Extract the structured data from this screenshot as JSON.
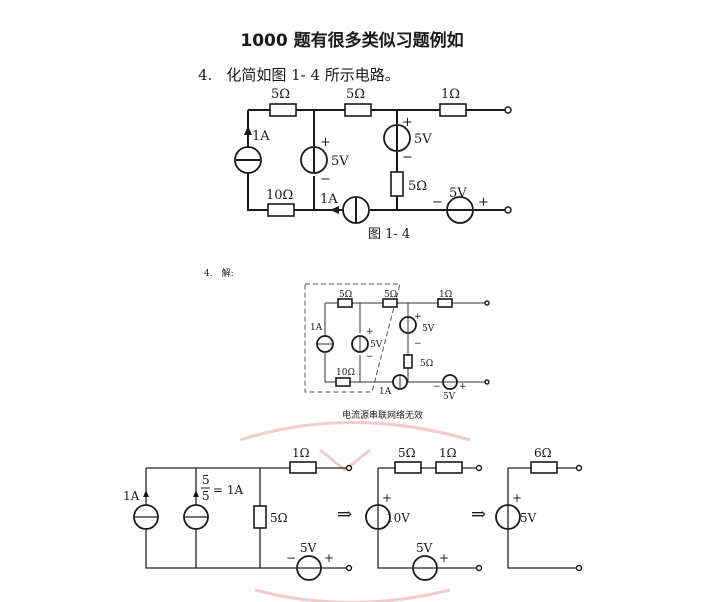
{
  "header": {
    "title": "1000 题有很多类似习题例如"
  },
  "problem": {
    "number": "4.",
    "text": "化简如图 1- 4 所示电路。"
  },
  "fig1": {
    "caption": "图 1- 4",
    "labels": {
      "r_left_top": "5Ω",
      "r_mid_top": "5Ω",
      "r_right_top": "1Ω",
      "cur_src_left": "1A",
      "volt_src_mid": "5V",
      "volt_src_right": "5V",
      "r_vertical": "5Ω",
      "r_bottom": "10Ω",
      "cur_src_bottom": "1A",
      "volt_src_bottom": "5V"
    }
  },
  "solution": {
    "label": "4.　解:",
    "fig2_caption": "电流源串联网络无效",
    "fig2_labels": {
      "r1": "5Ω",
      "r2": "5Ω",
      "r3": "1Ω",
      "i1": "1A",
      "v1": "5V",
      "v2": "5V",
      "r4": "5Ω",
      "r5": "10Ω",
      "i2": "1A",
      "v3": "5V"
    },
    "fig3_labels": {
      "i_left": "1A",
      "frac_num": "5",
      "frac_den": "5",
      "frac_eq": "= 1A",
      "r_top": "1Ω",
      "r_mid": "5Ω",
      "v_bottom": "5V"
    },
    "arrow1": "⇒",
    "fig4_labels": {
      "r_a": "5Ω",
      "r_b": "1Ω",
      "v_src": "10V",
      "v_bottom": "5V"
    },
    "arrow2": "⇒",
    "fig5_labels": {
      "r": "6Ω",
      "v_src": "5V"
    }
  },
  "signs": {
    "plus": "+",
    "minus": "−"
  }
}
